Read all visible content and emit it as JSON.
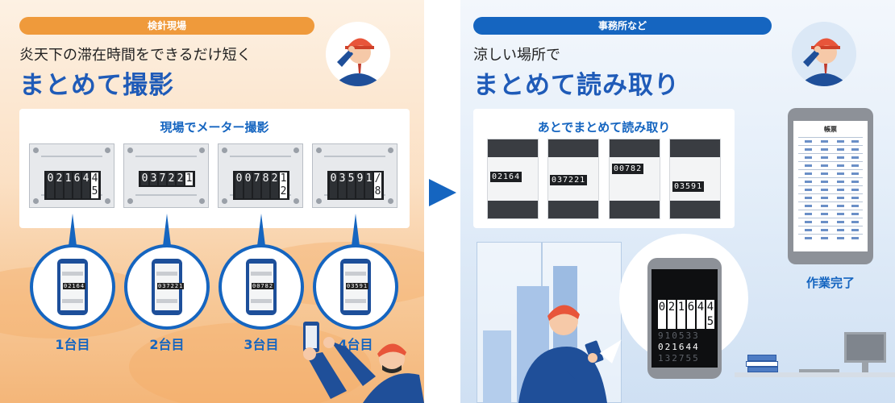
{
  "left": {
    "tag": "検針現場",
    "subtitle": "炎天下の滞在時間をできるだけ短く",
    "headline": "まとめて撮影",
    "card_title": "現場でメーター撮影",
    "meters": [
      {
        "digits": [
          "0",
          "2",
          "1",
          "6",
          "4"
        ],
        "last_top": "4",
        "last_bottom": "5"
      },
      {
        "digits": [
          "0",
          "3",
          "7",
          "2",
          "2",
          "1"
        ],
        "last_top": "",
        "last_bottom": ""
      },
      {
        "digits": [
          "0",
          "0",
          "7",
          "8",
          "2"
        ],
        "last_top": "1",
        "last_bottom": "2"
      },
      {
        "digits": [
          "0",
          "3",
          "5",
          "9",
          "1"
        ],
        "last_top": "/",
        "last_bottom": "8"
      }
    ],
    "phones": [
      {
        "mini": "02164",
        "count": "1台目"
      },
      {
        "mini": "037221",
        "count": "2台目"
      },
      {
        "mini": "00782",
        "count": "3台目"
      },
      {
        "mini": "03591",
        "count": "4台目"
      }
    ]
  },
  "right": {
    "tag": "事務所など",
    "subtitle": "涼しい場所で",
    "headline": "まとめて読み取り",
    "card_title": "あとでまとめて読み取り",
    "scans": [
      "02164",
      "037221",
      "00782",
      "03591"
    ],
    "zoom": {
      "reading": [
        "0",
        "2",
        "1",
        "6",
        "4"
      ],
      "last_top": "4",
      "last_bottom": "5",
      "ghost_rows": [
        "910533",
        "021644",
        "132755"
      ]
    },
    "report_title": "帳票",
    "done_label": "作業完了"
  },
  "colors": {
    "accent_blue": "#1565c0",
    "accent_orange": "#ef9a3b"
  }
}
